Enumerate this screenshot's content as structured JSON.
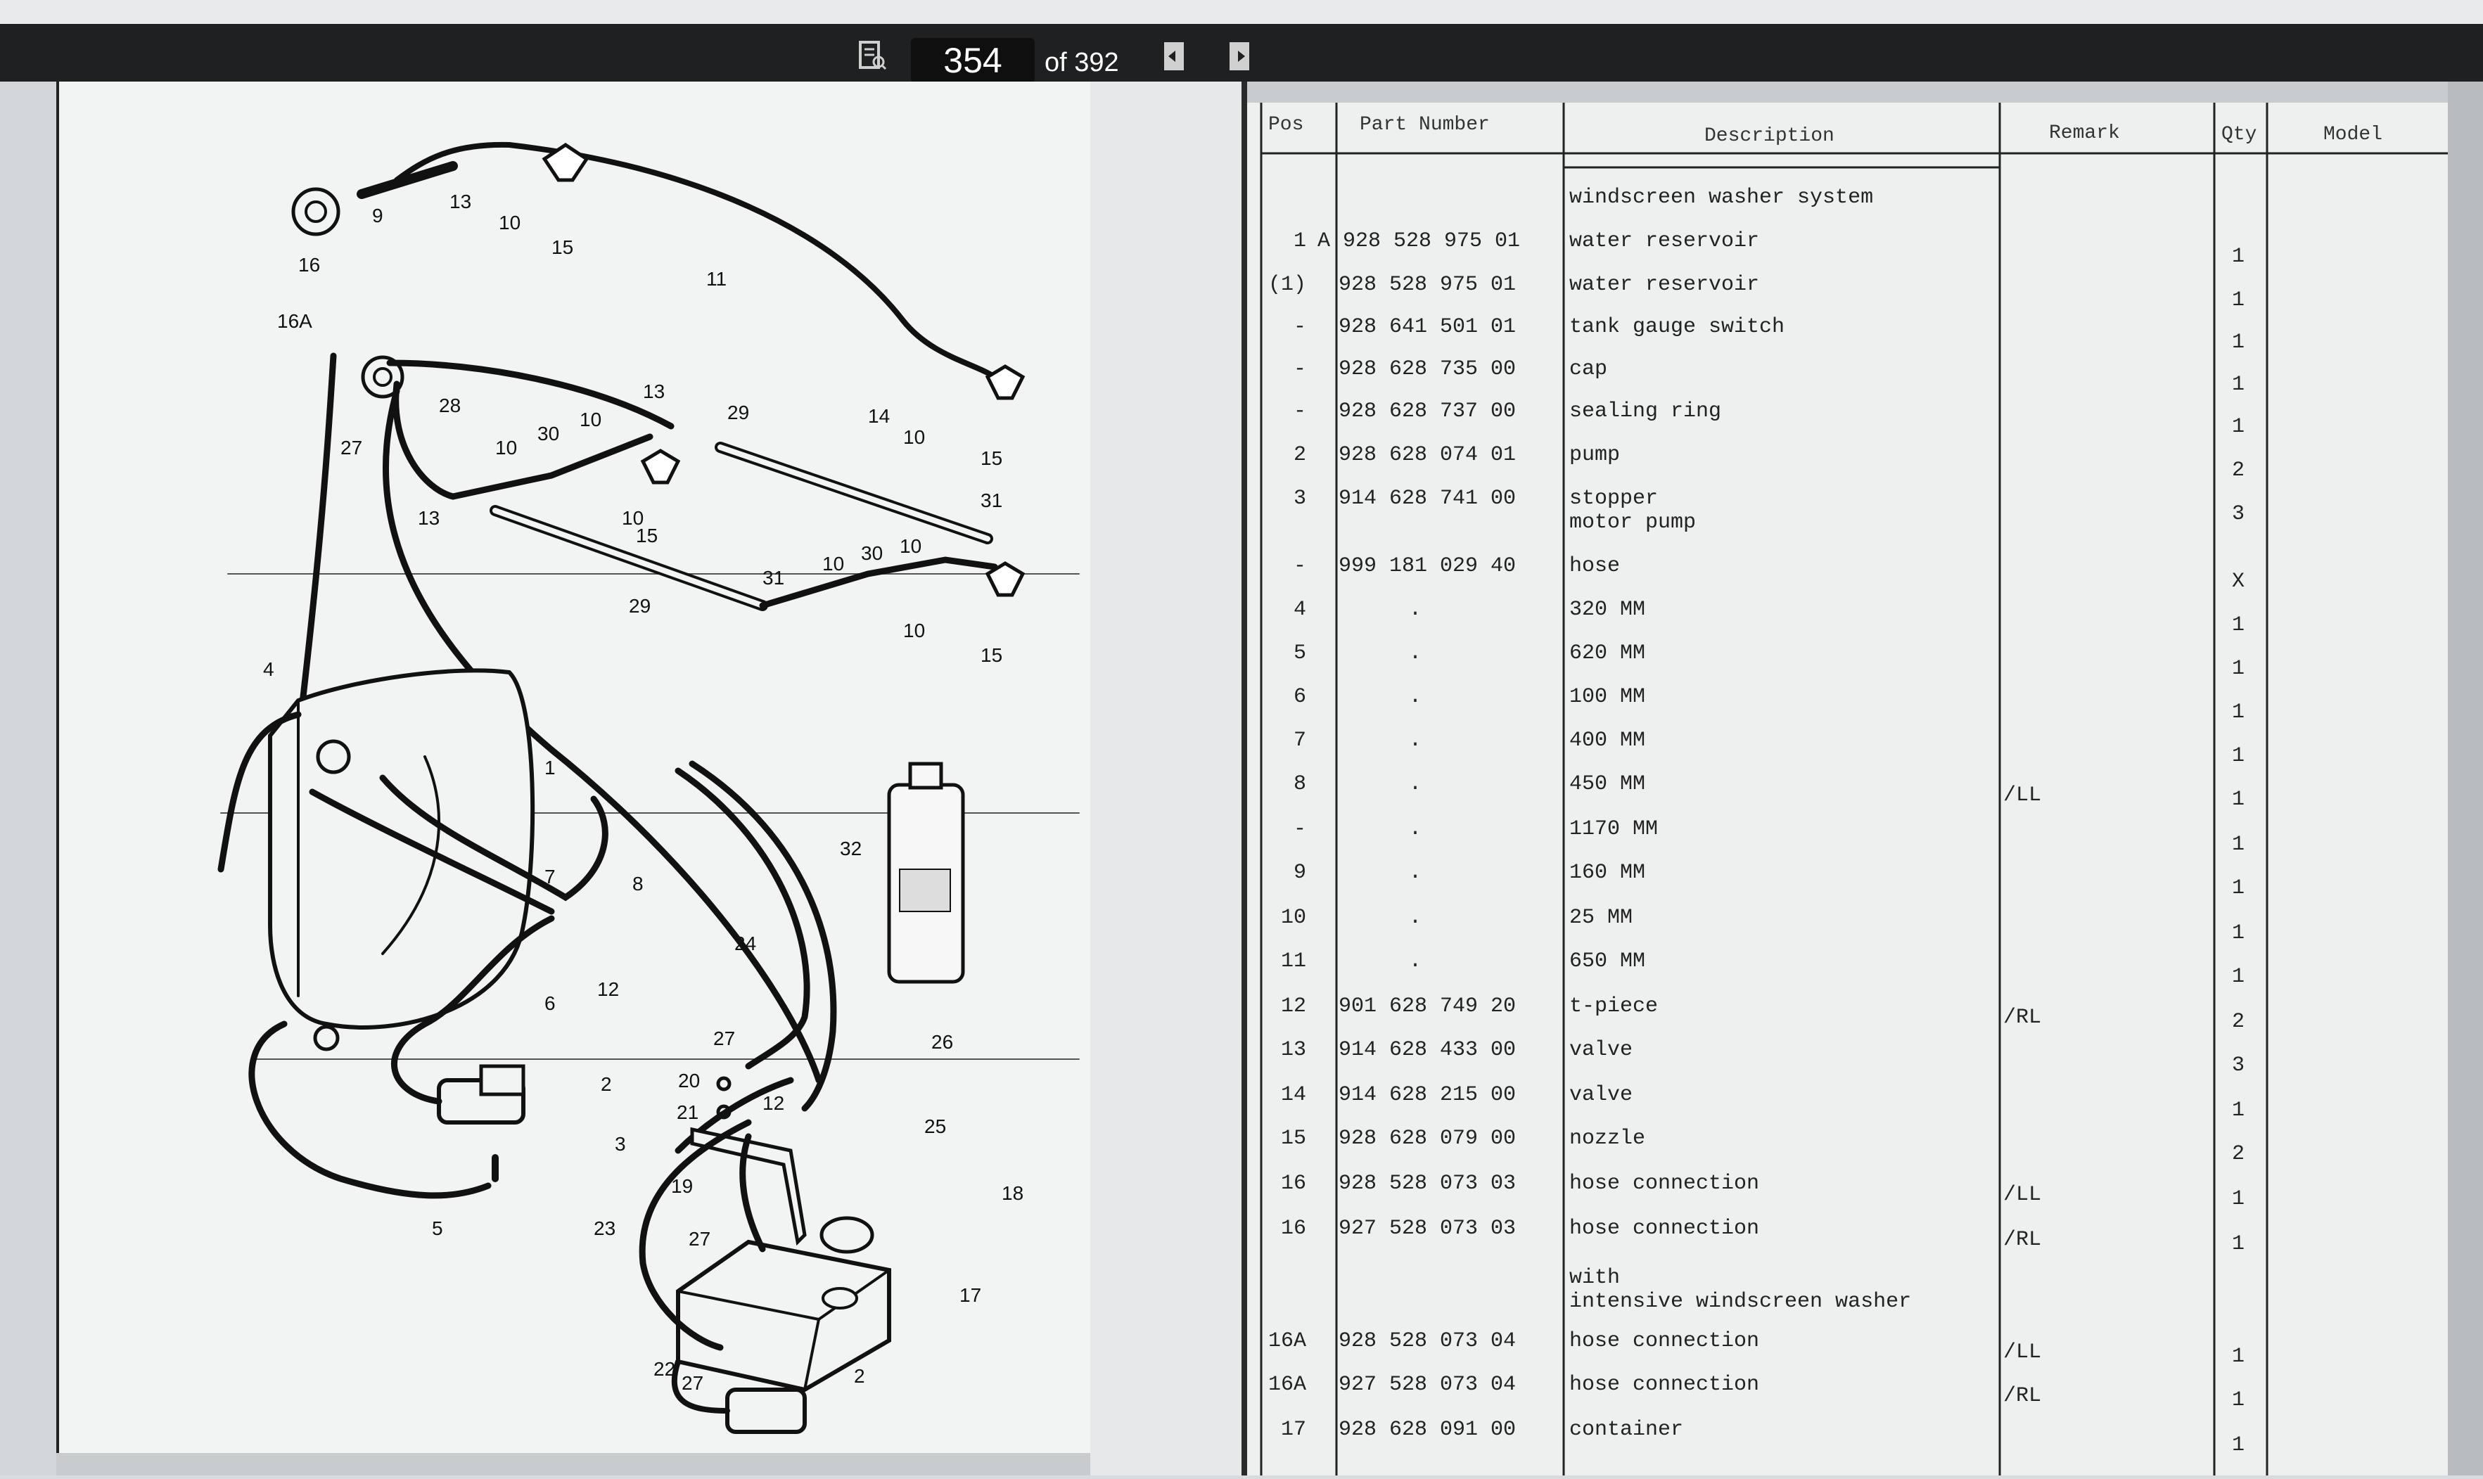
{
  "viewer": {
    "page_number": "354",
    "page_total_label": "of 392",
    "icons": [
      "document-icon",
      "prev-page-icon",
      "next-page-icon",
      "print-icon",
      "download-icon"
    ]
  },
  "table": {
    "headers": {
      "pos": "Pos",
      "part": "Part Number",
      "desc": "Description",
      "remark": "Remark",
      "qty": "Qty",
      "model": "Model"
    },
    "rows": [
      {
        "pos": "",
        "part": "",
        "desc": "windscreen washer system",
        "remark": "",
        "qty": ""
      },
      {
        "pos": "1",
        "part": "A 928 528 975 01",
        "desc": "water reservoir",
        "remark": "",
        "qty": "1"
      },
      {
        "pos": "(1)",
        "part": "928 528 975 01",
        "desc": "water reservoir",
        "remark": "",
        "qty": "1"
      },
      {
        "pos": "-",
        "part": "928 641 501 01",
        "desc": "tank gauge switch",
        "remark": "",
        "qty": "1"
      },
      {
        "pos": "-",
        "part": "928 628 735 00",
        "desc": "cap",
        "remark": "",
        "qty": "1"
      },
      {
        "pos": "-",
        "part": "928 628 737 00",
        "desc": "sealing ring",
        "remark": "",
        "qty": "1"
      },
      {
        "pos": "2",
        "part": "928 628 074 01",
        "desc": "pump",
        "remark": "",
        "qty": "2"
      },
      {
        "pos": "3",
        "part": "914 628 741 00",
        "desc": "stopper",
        "desc2": "motor pump",
        "remark": "",
        "qty": "3"
      },
      {
        "pos": "-",
        "part": "999 181 029 40",
        "desc": "hose",
        "remark": "",
        "qty": "X"
      },
      {
        "pos": "4",
        "part": ".",
        "desc": " 320 MM",
        "remark": "",
        "qty": "1"
      },
      {
        "pos": "5",
        "part": ".",
        "desc": " 620 MM",
        "remark": "",
        "qty": "1"
      },
      {
        "pos": "6",
        "part": ".",
        "desc": " 100 MM",
        "remark": "",
        "qty": "1"
      },
      {
        "pos": "7",
        "part": ".",
        "desc": " 400 MM",
        "remark": "",
        "qty": "1"
      },
      {
        "pos": "8",
        "part": ".",
        "desc": " 450 MM",
        "remark": "/LL",
        "qty": "1"
      },
      {
        "pos": "-",
        "part": ".",
        "desc": "1170 MM",
        "remark": "",
        "qty": "1"
      },
      {
        "pos": "9",
        "part": ".",
        "desc": " 160 MM",
        "remark": "",
        "qty": "1"
      },
      {
        "pos": "10",
        "part": ".",
        "desc": "  25 MM",
        "remark": "",
        "qty": "1"
      },
      {
        "pos": "11",
        "part": ".",
        "desc": " 650 MM",
        "remark": "",
        "qty": "1"
      },
      {
        "pos": "12",
        "part": "901 628 749 20",
        "desc": "t-piece",
        "remark": "/RL",
        "qty": "2"
      },
      {
        "pos": "13",
        "part": "914 628 433 00",
        "desc": "valve",
        "remark": "",
        "qty": "3"
      },
      {
        "pos": "14",
        "part": "914 628 215 00",
        "desc": "valve",
        "remark": "",
        "qty": "1"
      },
      {
        "pos": "15",
        "part": "928 628 079 00",
        "desc": "nozzle",
        "remark": "",
        "qty": "2"
      },
      {
        "pos": "16",
        "part": "928 528 073 03",
        "desc": "hose connection",
        "remark": "/LL",
        "qty": "1"
      },
      {
        "pos": "16",
        "part": "927 528 073 03",
        "desc": "hose connection",
        "remark": "/RL",
        "qty": "1"
      },
      {
        "pos": "",
        "part": "",
        "desc": "with",
        "desc2": "intensive windscreen washer",
        "remark": "",
        "qty": ""
      },
      {
        "pos": "16A",
        "part": "928 528 073 04",
        "desc": "hose connection",
        "remark": "/LL",
        "qty": "1"
      },
      {
        "pos": "16A",
        "part": "927 528 073 04",
        "desc": "hose connection",
        "remark": "/RL",
        "qty": "1"
      },
      {
        "pos": "17",
        "part": "928 628 091 00",
        "desc": "container",
        "remark": "",
        "qty": "1"
      }
    ]
  },
  "diagram": {
    "callouts": [
      "16",
      "9",
      "13",
      "10",
      "15",
      "11",
      "16A",
      "28",
      "27",
      "13",
      "10",
      "30",
      "10",
      "13",
      "29",
      "14",
      "10",
      "15",
      "10",
      "15",
      "31",
      "31",
      "10",
      "30",
      "10",
      "10",
      "15",
      "29",
      "4",
      "1",
      "7",
      "8",
      "32",
      "24",
      "6",
      "12",
      "27",
      "26",
      "2",
      "20",
      "21",
      "12",
      "25",
      "3",
      "19",
      "18",
      "5",
      "23",
      "27",
      "17",
      "22",
      "27",
      "2"
    ]
  }
}
